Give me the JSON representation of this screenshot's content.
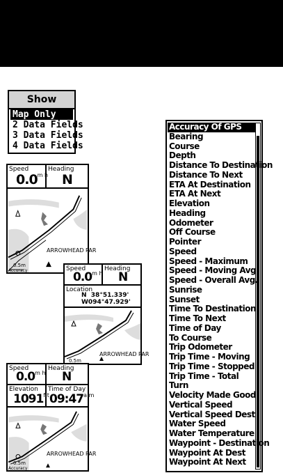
{
  "show_menu": {
    "title": "Show",
    "options": [
      "Map Only",
      "2 Data Fields",
      "3 Data Fields",
      "4 Data Fields"
    ],
    "selected_index": 0
  },
  "screens": {
    "two_fields": {
      "speed_label": "Speed",
      "speed_value": "0.0",
      "speed_unit": "m h",
      "heading_label": "Heading",
      "heading_value": "N",
      "road_label": "ARROWHEAD PAR",
      "scale_label": "0.5m",
      "scale_sub": "Accuracy"
    },
    "three_fields": {
      "speed_label": "Speed",
      "speed_value": "0.0",
      "speed_unit": "m h",
      "heading_label": "Heading",
      "heading_value": "N",
      "location_label": "Location",
      "location_lat": "N  38°51.339'",
      "location_lon": "W094°47.929'",
      "road_label": "ARROWHEAD PAR",
      "scale_label": "0.5m"
    },
    "four_fields": {
      "speed_label": "Speed",
      "speed_value": "0.0",
      "speed_unit": "m h",
      "heading_label": "Heading",
      "heading_value": "N",
      "elevation_label": "Elevation",
      "elevation_value": "1091",
      "elevation_unit": "f t",
      "time_label": "Time of Day",
      "time_value": "09:47",
      "time_unit": "a m",
      "road_label": "ARROWHEAD PAR",
      "scale_label": "0.5m",
      "scale_sub": "Accuracy"
    }
  },
  "data_field_list": {
    "items": [
      "Accuracy Of GPS",
      "Bearing",
      "Course",
      "Depth",
      "Distance To Destination",
      "Distance To Next",
      "ETA At Destination",
      "ETA At Next",
      "Elevation",
      "Heading",
      "Odometer",
      "Off Course",
      "Pointer",
      "Speed",
      "Speed - Maximum",
      "Speed - Moving Avg.",
      "Speed - Overall Avg.",
      "Sunrise",
      "Sunset",
      "Time To Destination",
      "Time To Next",
      "Time of Day",
      "To Course",
      "Trip Odometer",
      "Trip Time - Moving",
      "Trip Time - Stopped",
      "Trip Time - Total",
      "Turn",
      "Velocity Made Good",
      "Vertical Speed",
      "Vertical Speed Dest",
      "Water Speed",
      "Water Temperature",
      "Waypoint - Destination",
      "Waypoint At Dest",
      "Waypoint At Next"
    ],
    "selected_index": 0
  }
}
